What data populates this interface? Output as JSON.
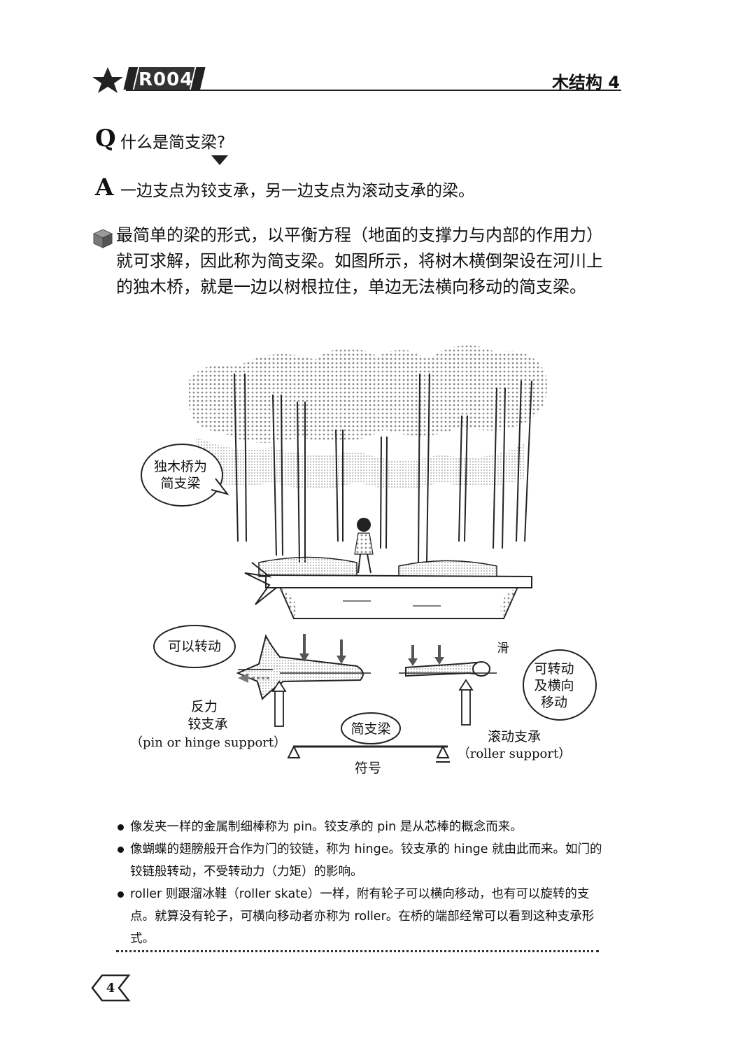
{
  "header": {
    "code": "R004",
    "section": "木结构 4"
  },
  "qa": {
    "q_letter": "Q",
    "question": "什么是简支梁?",
    "a_letter": "A",
    "answer": "一边支点为铰支承，另一边支点为滚动支承的梁。"
  },
  "body": {
    "paragraph": "最简单的梁的形式，以平衡方程（地面的支撑力与内部的作用力）就可求解，因此称为简支梁。如图所示，将树木横倒架设在河川上的独木桥，就是一边以树根拉住，单边无法横向移动的简支梁。"
  },
  "illustration": {
    "bubble_bridge_line1": "独木桥为",
    "bubble_bridge_line2": "简支梁",
    "bubble_rotate": "可以转动",
    "reaction": "反力",
    "pin_support": "铰支承",
    "pin_support_en": "（pin or hinge support）",
    "bubble_simple": "简支梁",
    "symbol": "符号",
    "slide_mark": "滑",
    "bubble_roller_line1": "可转动",
    "bubble_roller_line2": "及横向",
    "bubble_roller_line3": "移动",
    "roller_support": "滚动支承",
    "roller_support_en": "（roller support）"
  },
  "notes": [
    "像发夹一样的金属制细棒称为 pin。铰支承的 pin 是从芯棒的概念而来。",
    "像蝴蝶的翅膀般开合作为门的铰链，称为 hinge。铰支承的 hinge 就由此而来。如门的铰链般转动，不受转动力（力矩）的影响。",
    "roller 则跟溜冰鞋（roller skate）一样，附有轮子可以横向移动，也有可以旋转的支点。就算没有轮子，可横向移动者亦称为 roller。在桥的端部经常可以看到这种支承形式。"
  ],
  "footer": {
    "page": "4"
  },
  "icons": [
    "star-icon",
    "cube-icon",
    "down-arrow-icon",
    "page-diamond-icon"
  ],
  "colors": {
    "ink": "#111111",
    "tone": "#9a9a9a",
    "paper": "#ffffff"
  }
}
